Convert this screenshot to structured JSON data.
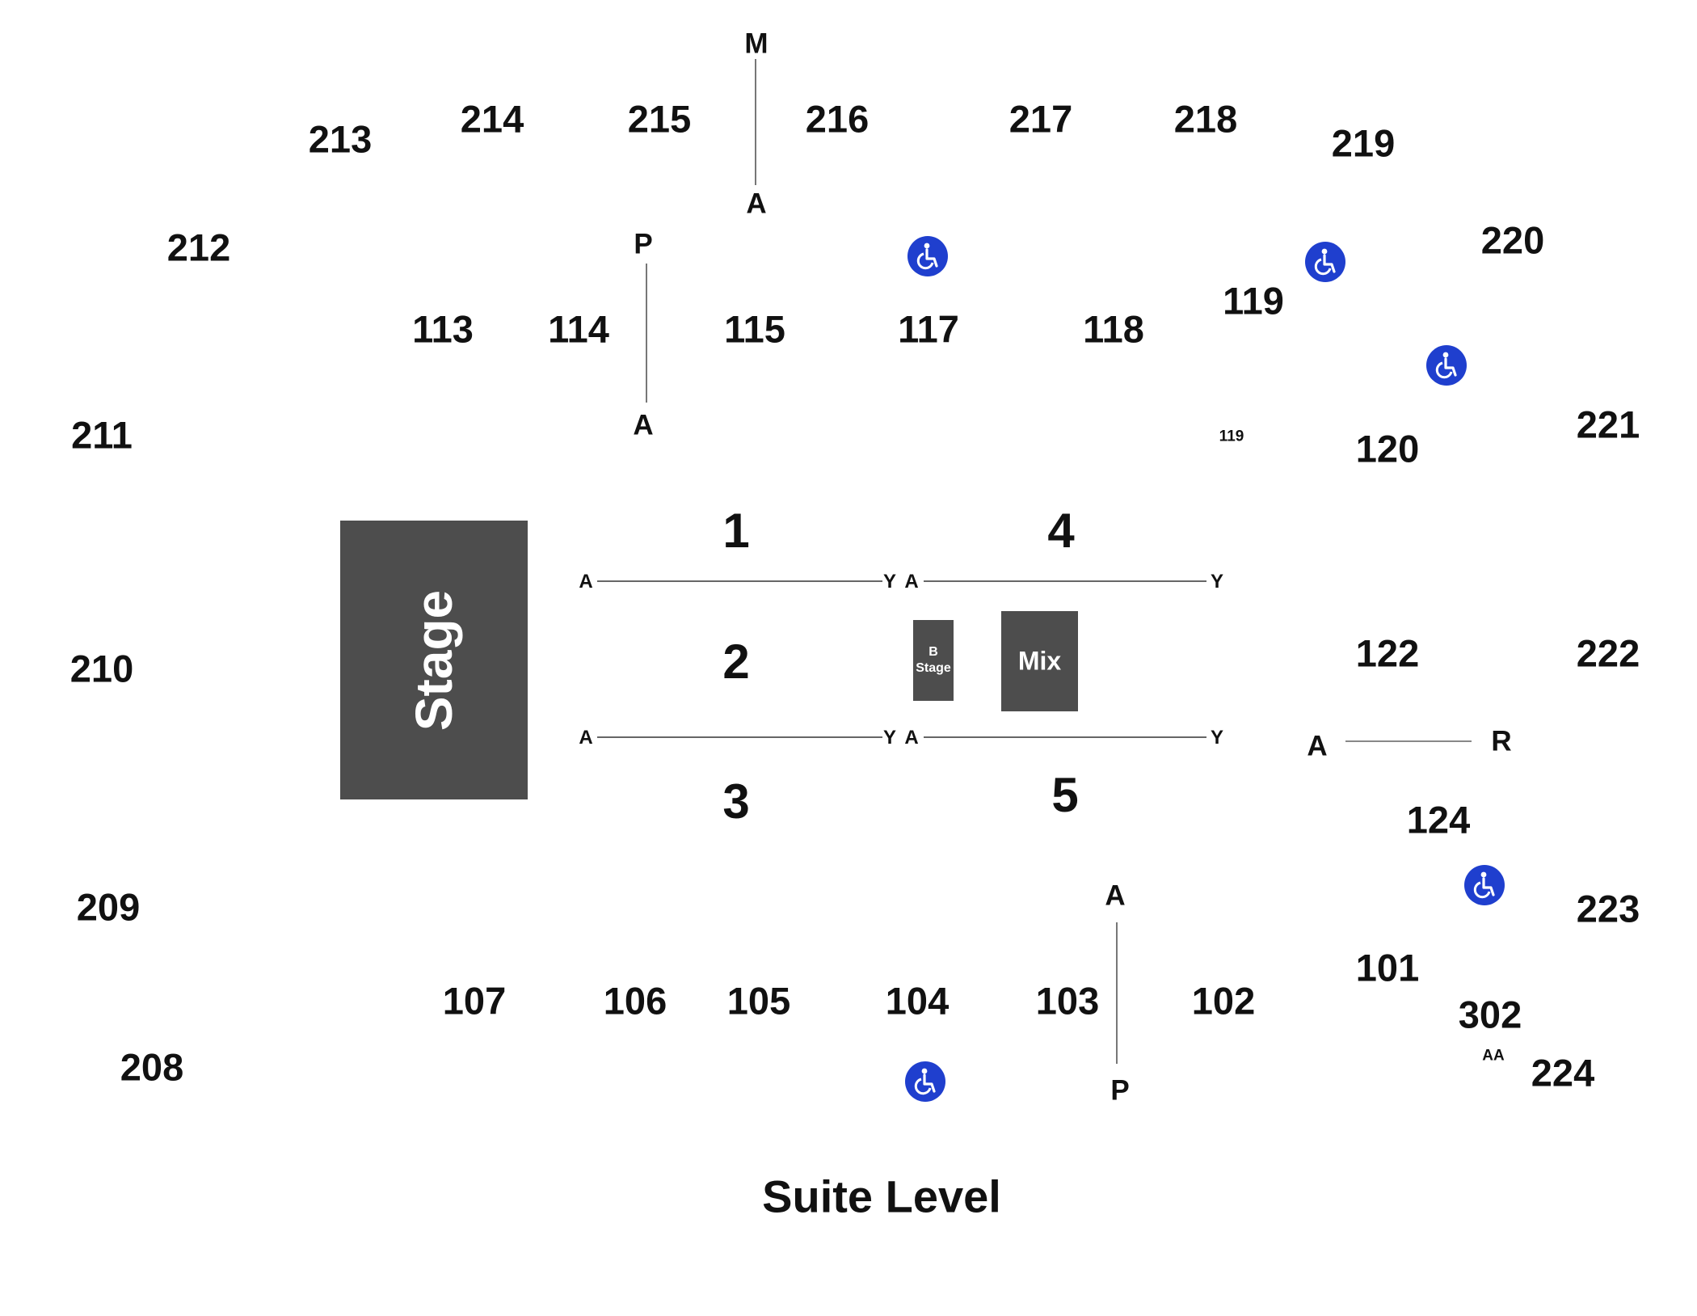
{
  "sections": {
    "s208": "208",
    "s209": "209",
    "s210": "210",
    "s211": "211",
    "s212": "212",
    "s213": "213",
    "s214": "214",
    "s215": "215",
    "s216": "216",
    "s217": "217",
    "s218": "218",
    "s219": "219",
    "s220": "220",
    "s221": "221",
    "s222": "222",
    "s223": "223",
    "s224": "224",
    "s113": "113",
    "s114": "114",
    "s115": "115",
    "s117": "117",
    "s118": "118",
    "s119": "119",
    "s119small": "119",
    "s120": "120",
    "s122": "122",
    "s124": "124",
    "s101": "101",
    "s102": "102",
    "s103": "103",
    "s104": "104",
    "s105": "105",
    "s106": "106",
    "s107": "107",
    "s302": "302"
  },
  "floor": {
    "f1": "1",
    "f2": "2",
    "f3": "3",
    "f4": "4",
    "f5": "5"
  },
  "rows": {
    "m_top": "M",
    "a_216": "A",
    "p_114": "P",
    "a_114": "A",
    "l1_a": "A",
    "l1_y": "Y",
    "l2_a": "A",
    "l2_y": "Y",
    "l3_a": "A",
    "l3_y": "Y",
    "l4_a": "A",
    "l4_y": "Y",
    "ar_a": "A",
    "ar_r": "R",
    "a_103": "A",
    "p_103": "P",
    "aa": "AA"
  },
  "stage": {
    "main": "Stage",
    "b_line1": "B",
    "b_line2": "Stage",
    "mix": "Mix"
  },
  "footer": "Suite Level",
  "colors": {
    "block": "#4d4d4d",
    "accessible": "#1f3fce",
    "line": "#666666"
  },
  "icons": [
    "wheelchair-accessible-icon"
  ]
}
